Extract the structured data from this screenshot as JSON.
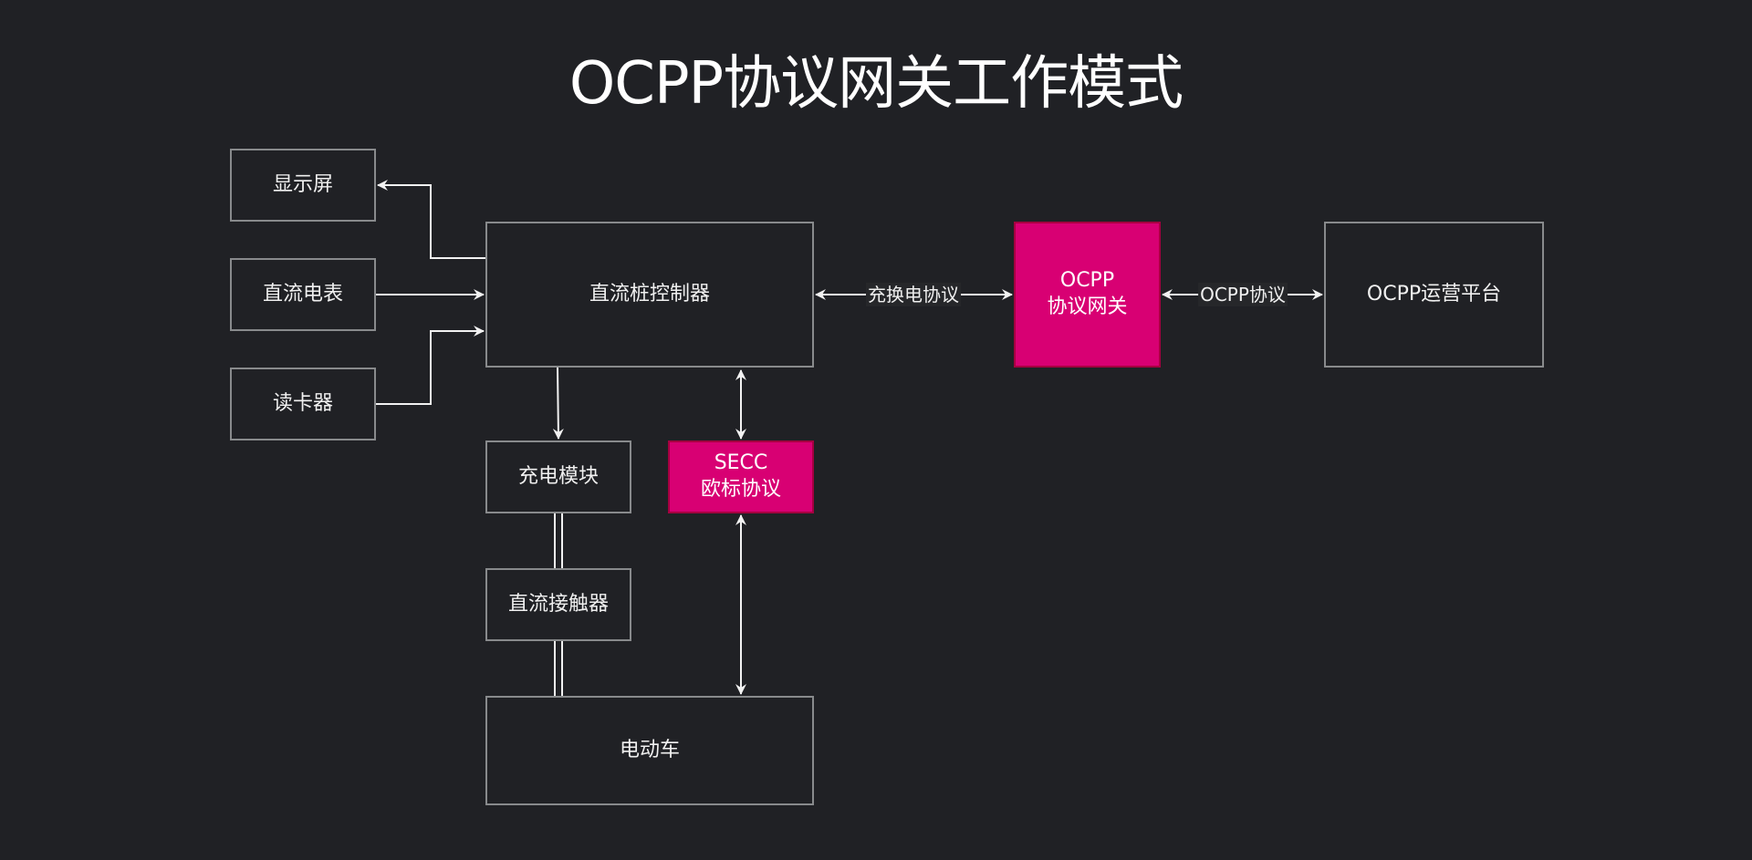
{
  "title": "OCPP协议网关工作模式",
  "nodes": {
    "display": "显示屏",
    "dc_meter": "直流电表",
    "card_reader": "读卡器",
    "controller": "直流桩控制器",
    "gateway": "OCPP\n协议网关",
    "platform": "OCPP运营平台",
    "charge_module": "充电模块",
    "secc": "SECC\n欧标协议",
    "dc_contactor": "直流接触器",
    "ev": "电动车"
  },
  "edges": {
    "controller_gateway": "充换电协议",
    "gateway_platform": "OCPP协议"
  },
  "colors": {
    "background": "#202125",
    "accent_fill": "#d80073",
    "accent_border": "#a50040",
    "box_border": "#888a8c",
    "line": "#f2f2f2"
  }
}
